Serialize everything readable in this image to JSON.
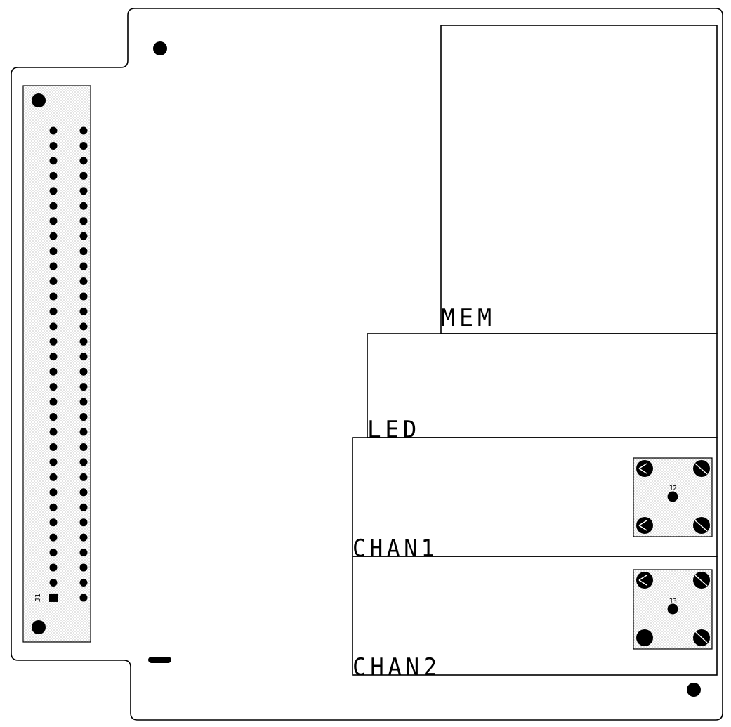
{
  "board": {
    "regions": [
      {
        "id": "mem",
        "label": "MEM"
      },
      {
        "id": "led",
        "label": "LED"
      },
      {
        "id": "chan1",
        "label": "CHAN1"
      },
      {
        "id": "chan2",
        "label": "CHAN2"
      }
    ],
    "connectors": {
      "j1": {
        "label": "J1",
        "rows": 32,
        "columns": 2
      },
      "j2": {
        "label": "J2"
      },
      "j3": {
        "label": "J3"
      }
    }
  }
}
